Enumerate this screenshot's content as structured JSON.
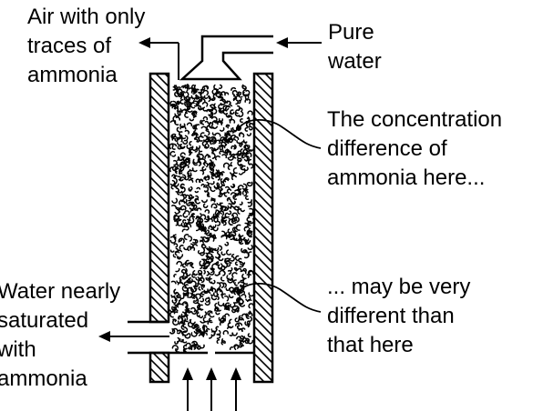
{
  "labels": {
    "air_out": [
      "Air with only",
      "traces of",
      "ammonia"
    ],
    "pure_water": [
      "Pure",
      "water"
    ],
    "concentration_top": [
      "The concentration",
      "difference of",
      "ammonia here..."
    ],
    "concentration_bottom": [
      "... may be very",
      "different than",
      "that here"
    ],
    "water_out": [
      "Water nearly",
      "saturated",
      "with",
      "ammonia"
    ]
  },
  "colors": {
    "ink": "#000000",
    "background": "#ffffff"
  }
}
